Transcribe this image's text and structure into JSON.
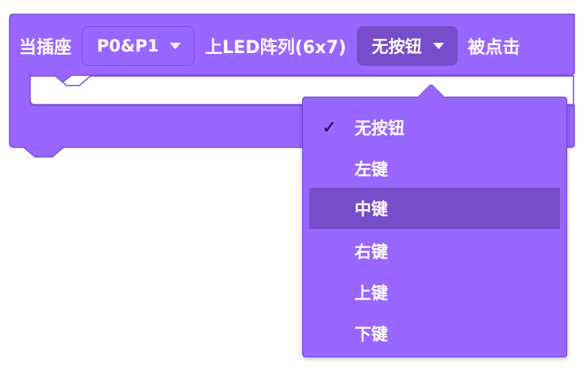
{
  "block": {
    "label_prefix": "当插座",
    "pin_value": "P0&P1",
    "label_middle": "上LED阵列(6x7)",
    "button_value": "无按钮",
    "label_suffix": "被点击",
    "colors": {
      "fill": "#9966ff",
      "border": "#7c4fd9",
      "field_dark": "#774dcb"
    }
  },
  "dropdown": {
    "selected_index": 0,
    "hover_index": 2,
    "items": [
      {
        "label": "无按钮",
        "checked": true
      },
      {
        "label": "左键",
        "checked": false
      },
      {
        "label": "中键",
        "checked": false
      },
      {
        "label": "右键",
        "checked": false
      },
      {
        "label": "上键",
        "checked": false
      },
      {
        "label": "下键",
        "checked": false
      }
    ],
    "check_mark": "✓"
  }
}
